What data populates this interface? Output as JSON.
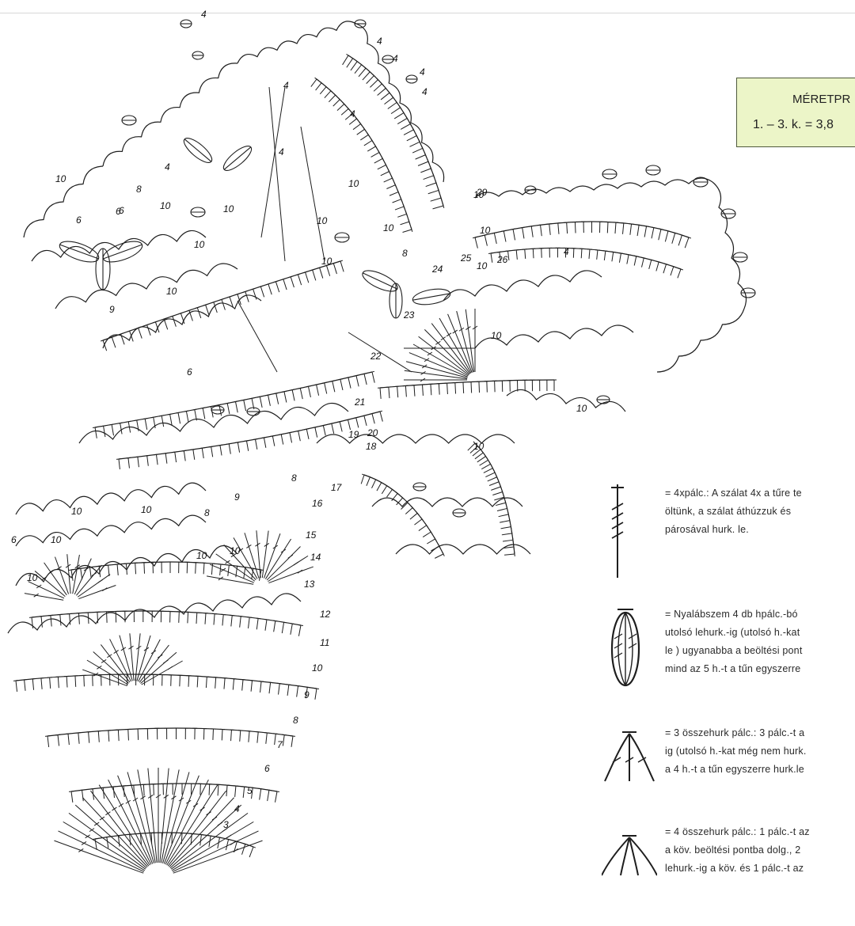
{
  "size_box": {
    "title": "MÉRETPR",
    "line": "1. – 3. k. = 3,8"
  },
  "legend": [
    {
      "icon": "tall-stitch-4x-yarn-over-icon",
      "text": "= 4xpálc.: A szálat 4x a tűre te\nöltünk, a szálat áthúzzuk és\npárosával hurk. le."
    },
    {
      "icon": "bobble-stitch-icon",
      "text": "= Nyalábszem 4 db hpálc.-bó\nutolsó lehurk.-ig (utolsó h.-kat\nle ) ugyanabba a beöltési pont\nmind az 5 h.-t a tűn egyszerre"
    },
    {
      "icon": "three-joined-stitches-icon",
      "text": "= 3 összehurk pálc.: 3 pálc.-t a\nig (utolsó h.-kat még nem hurk.\na 4 h.-t a tűn egyszerre hurk.le"
    },
    {
      "icon": "four-joined-stitches-icon",
      "text": "= 4 összehurk pálc.: 1 pálc.-t az\na köv. beöltési pontba dolg., 2\nlehurk.-ig a köv. és 1 pálc.-t az"
    }
  ],
  "row_labels": [
    "4",
    "4",
    "4",
    "4",
    "4",
    "4",
    "4",
    "4",
    "4",
    "8",
    "10",
    "10",
    "6",
    "6",
    "10",
    "10",
    "10",
    "10",
    "10",
    "9",
    "10",
    "10",
    "8",
    "10",
    "10",
    "22",
    "21",
    "20",
    "19",
    "18",
    "17",
    "16",
    "15",
    "14",
    "13",
    "12",
    "11",
    "10",
    "9",
    "8",
    "7",
    "6",
    "5",
    "4",
    "3",
    "10",
    "10",
    "6",
    "10",
    "10",
    "10",
    "8",
    "10",
    "6",
    "6",
    "9",
    "8",
    "23",
    "24",
    "25",
    "26",
    "10",
    "29",
    "4",
    "10",
    "10",
    "10"
  ],
  "colors": {
    "ink": "#1e1e1e",
    "box_fill": "#ecf5c8",
    "page": "#ffffff"
  }
}
